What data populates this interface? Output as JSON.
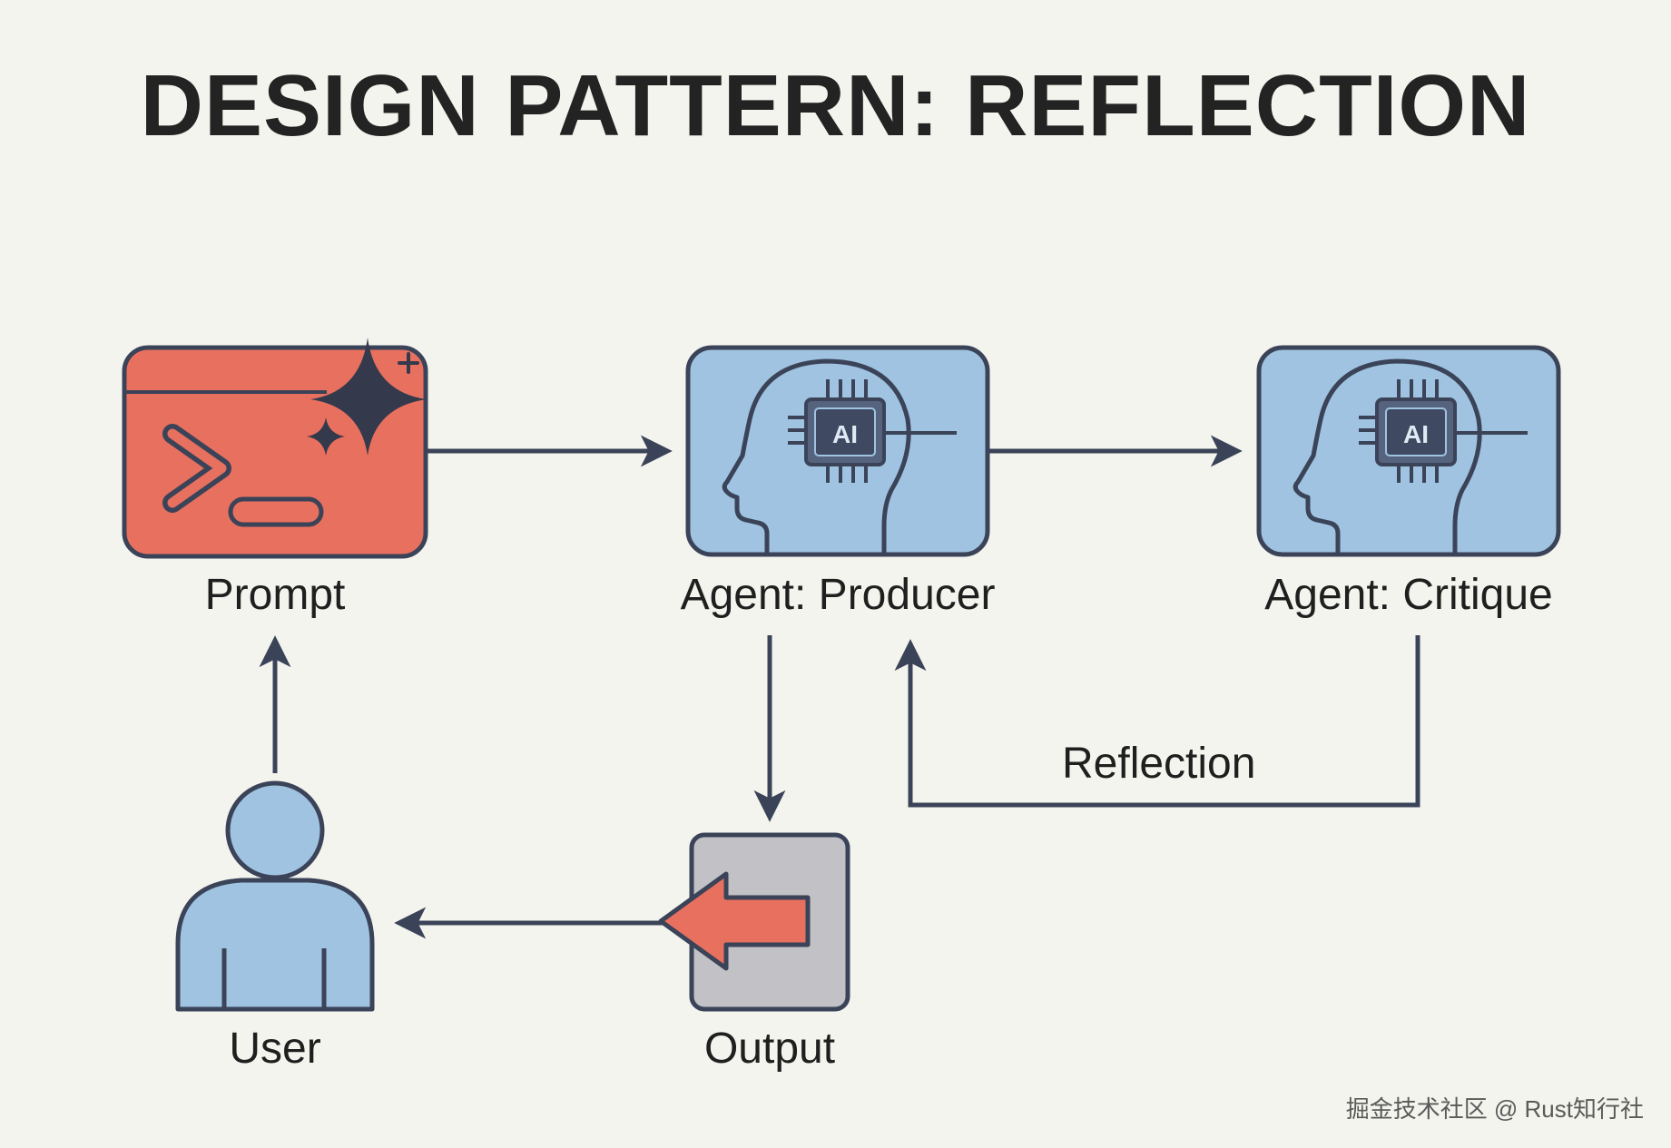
{
  "title": "DESIGN PATTERN: REFLECTION",
  "nodes": {
    "prompt": {
      "label": "Prompt",
      "icon": "terminal-sparkle-icon"
    },
    "producer": {
      "label": "Agent: Producer",
      "icon": "ai-head-icon",
      "chip_text": "AI"
    },
    "critique": {
      "label": "Agent: Critique",
      "icon": "ai-head-icon",
      "chip_text": "AI"
    },
    "output": {
      "label": "Output",
      "icon": "output-arrow-icon"
    },
    "user": {
      "label": "User",
      "icon": "user-icon"
    }
  },
  "edges": {
    "reflection_label": "Reflection"
  },
  "watermark": "掘金技术社区 @ Rust知行社",
  "colors": {
    "background": "#f4f4ee",
    "outline": "#3b4358",
    "prompt_fill": "#e8705f",
    "agent_fill": "#9fc3e0",
    "output_fill": "#c2c2c6",
    "accent_red": "#e8705f"
  }
}
